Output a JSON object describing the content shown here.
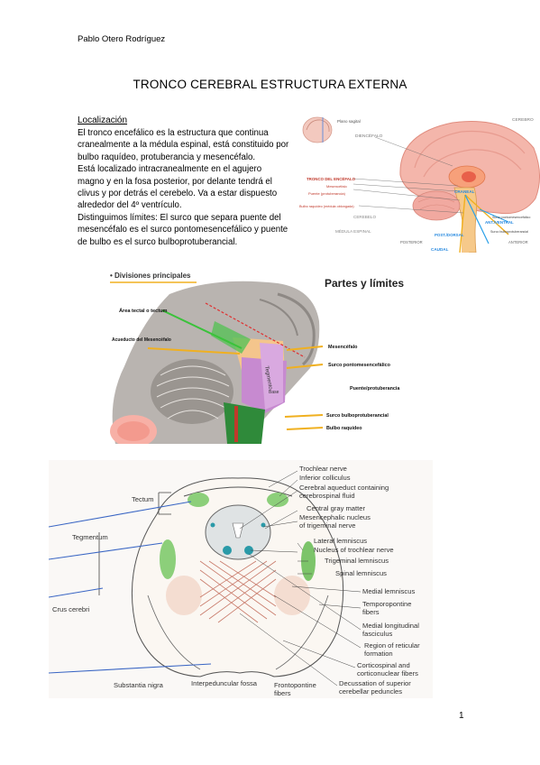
{
  "header": {
    "author": "Pablo Otero Rodríguez"
  },
  "title": "TRONCO CEREBRAL ESTRUCTURA EXTERNA",
  "localizacion": {
    "heading": "Localización",
    "paragraphs": [
      "El tronco encefálico es la estructura que continua cranealmente a la médula espinal, está constituido por bulbo raquídeo, protuberancia y mesencéfalo.",
      "Está localizado intracranealmente en el agujero magno y en la fosa posterior, por delante tendrá el clivus y por detrás el cerebelo. Va a estar dispuesto alrededor del 4º ventrículo.",
      "Distinguimos límites: El surco que separa puente del mesencéfalo es el surco pontomesencefálico y puente de bulbo es el surco bulboprotuberancial."
    ]
  },
  "figure1": {
    "labels": {
      "plano_sagital": "Plano sagital",
      "cerebro_top": "CEREBRO",
      "diencefalo": "DIENCÉFALO",
      "tronco": "TRONCO DEL ENCÉFALO",
      "mesencefalo": "Mesencéfalo",
      "puente": "Puente (protuberancia)",
      "bulbo": "Bulbo raquídeo (médula oblongada)",
      "cerebelo": "CEREBELO",
      "medula": "MÉDULA ESPINAL",
      "craneal": "CRANEAL",
      "ant_ventral": "ANT./VENTRAL",
      "post_dorsal": "POST./DORSAL",
      "caudal": "CAUDAL",
      "posterior": "POSTERIOR",
      "anterior": "ANTERIOR",
      "surco_pontomes": "Surco pontomesencefálico",
      "surco_bulbo": "Surco bulboprotuberancial"
    }
  },
  "figure2": {
    "heading": "• Divisiones principales",
    "title": "Partes y límites",
    "labels": {
      "area_tectal": "Área tectal o tectum",
      "acueducto": "Acueducto del Mesencéfalo",
      "tegmento": "Tegmento",
      "base": "Base",
      "mesencefalo": "Mesencéfalo",
      "surco_pontomes": "Surco pontomesencefálico",
      "puente": "Puente/protuberancia",
      "surco_bulbo": "Surco bulboprotuberancial",
      "bulbo": "Bulbo raquídeo"
    }
  },
  "figure3": {
    "left_labels": {
      "tectum": "Tectum",
      "tegmentum": "Tegmentum",
      "crus": "Crus cerebri"
    },
    "right_labels": [
      "Trochlear nerve",
      "Inferior colliculus",
      "Cerebral aqueduct containing",
      "cerebrospinal fluid",
      "Central gray matter",
      "Mesencephalic nucleus",
      "of trigeminal nerve",
      "Lateral lemniscus",
      "Nucleus of trochlear nerve",
      "Trigeminal lemniscus",
      "Spinal lemniscus",
      "Medial lemniscus",
      "Temporopontine",
      "fibers",
      "Medial longitudinal",
      "fasciculus",
      "Region of reticular",
      "formation",
      "Corticospinal and",
      "corticonuclear fibers",
      "Decussation of superior",
      "cerebellar peduncles"
    ],
    "bottom_labels": {
      "substantia_nigra": "Substantia nigra",
      "interpeduncular": "Interpeduncular fossa",
      "frontopontine_1": "Frontopontine",
      "frontopontine_2": "fibers"
    }
  },
  "footer": {
    "page_number": "1"
  }
}
